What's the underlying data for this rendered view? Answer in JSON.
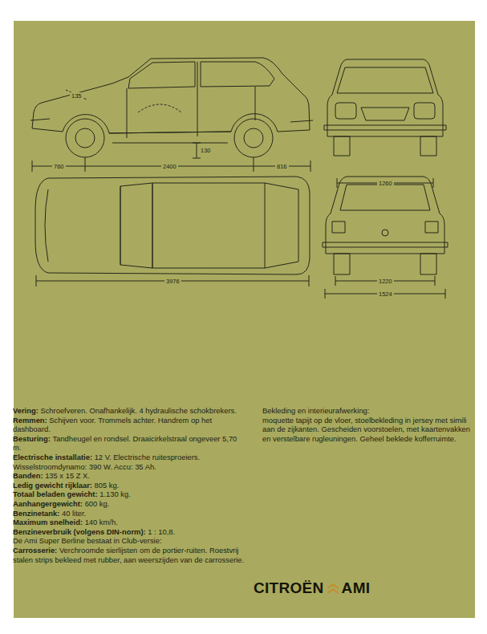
{
  "diagram": {
    "labels": [
      "135",
      "130",
      "760",
      "2400",
      "816",
      "1260",
      "3976",
      "1220",
      "1524",
      "Vering:",
      "Schroefveren. Onafhankelijk. 4 hydraulische schokbrekers.",
      "Remmen:",
      "Schijven voor. Trommels achter. Handrem op het dashboard.",
      "Besturing:",
      "Tandheugel en rondsel. Draaicirkelstraal ongeveer 5,70 m.",
      "Electrische installatie:",
      "12 V. Electrische ruitesproeiers. Wisselstroomdynamo: 390 W. Accu: 35 Ah.",
      "Banden:",
      "135 x 15 Z X.",
      "Ledig gewicht rijklaar:",
      "805 kg.",
      "Totaal beladen gewicht:",
      "1.130 kg.",
      "Aanhangergewicht:",
      "600 kg.",
      "Benzinetank:",
      "40 liter.",
      "Maximum snelheid:",
      "140 km/h.",
      "Benzineverbruik (volgens DIN-norm):",
      "1 : 10,8.",
      "De Ami Super Berline bestaat in Club-versie:",
      "Carrosserie:",
      "Verchroomde sierlijsten om de portier-ruiten. Roestvrij stalen strips bekleed met rubber, aan weerszijden van de carrosserie.",
      "Bekleding en interieurafwerking:",
      "moquette tapijt op de vloer, stoelbekleding in jersey met simili aan de zijkanten. Gescheiden voorstoelen, met kaartenvakken en verstelbare rugleuningen. Geheel beklede kofferruimte.",
      "CITROËN",
      "AMI"
    ]
  }
}
